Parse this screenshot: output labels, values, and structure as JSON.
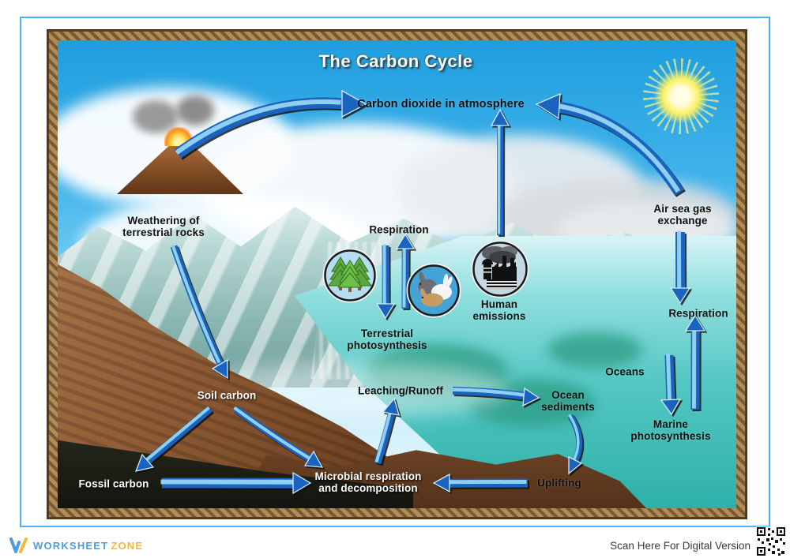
{
  "diagram": {
    "title": "The Carbon Cycle",
    "labels": {
      "co2": "Carbon dioxide in atmosphere",
      "weathering_line1": "Weathering of",
      "weathering_line2": "terrestrial rocks",
      "respiration_land": "Respiration",
      "terrestrial_photo_line1": "Terrestrial",
      "terrestrial_photo_line2": "photosynthesis",
      "human_emissions_line1": "Human",
      "human_emissions_line2": "emissions",
      "air_sea_line1": "Air sea gas",
      "air_sea_line2": "exchange",
      "respiration_ocean": "Respiration",
      "oceans": "Oceans",
      "marine_photo_line1": "Marine",
      "marine_photo_line2": "photosynthesis",
      "ocean_sediments_line1": "Ocean",
      "ocean_sediments_line2": "sediments",
      "leaching": "Leaching/Runoff",
      "soil_carbon": "Soil carbon",
      "fossil_carbon": "Fossil carbon",
      "microbial_line1": "Microbial respiration",
      "microbial_line2": "and decomposition",
      "uplifting": "Uplifting"
    },
    "icons": [
      "volcano-icon",
      "sun-icon",
      "trees-icon",
      "animals-icon",
      "factory-icon"
    ],
    "flows": [
      {
        "from": "Volcanic eruption",
        "to": "Carbon dioxide in atmosphere"
      },
      {
        "from": "Air sea gas exchange",
        "to": "Carbon dioxide in atmosphere"
      },
      {
        "from": "Human emissions",
        "to": "Carbon dioxide in atmosphere"
      },
      {
        "from": "Carbon dioxide in atmosphere",
        "to": "Terrestrial photosynthesis"
      },
      {
        "from": "Respiration",
        "to": "Carbon dioxide in atmosphere"
      },
      {
        "from": "Air sea gas exchange",
        "to": "Oceans"
      },
      {
        "from": "Oceans",
        "to": "Marine photosynthesis"
      },
      {
        "from": "Marine photosynthesis",
        "to": "Respiration"
      },
      {
        "from": "Weathering of terrestrial rocks",
        "to": "Soil carbon"
      },
      {
        "from": "Leaching/Runoff",
        "to": "Ocean sediments"
      },
      {
        "from": "Ocean sediments",
        "to": "Uplifting"
      },
      {
        "from": "Uplifting",
        "to": "Microbial respiration and decomposition"
      },
      {
        "from": "Microbial respiration and decomposition",
        "to": "Leaching/Runoff"
      },
      {
        "from": "Soil carbon",
        "to": "Fossil carbon"
      },
      {
        "from": "Soil carbon",
        "to": "Microbial respiration and decomposition"
      },
      {
        "from": "Fossil carbon",
        "to": "Microbial respiration and decomposition"
      }
    ],
    "colors": {
      "arrow_blue": "#1a63be",
      "arrow_light": "#8fd0f2",
      "sky_blue": "#3fb2ea",
      "ocean_teal": "#3fbdb6",
      "mountain_brown": "#7a4e2e",
      "label_black": "#101010",
      "label_white": "#ffffff",
      "frame_blue": "#4cb2f2",
      "frame_wood": "#8a6a42"
    }
  },
  "footer": {
    "brand_worksheet": "WORKSHEET",
    "brand_zone": "ZONE",
    "scan_text": "Scan Here For Digital Version"
  }
}
